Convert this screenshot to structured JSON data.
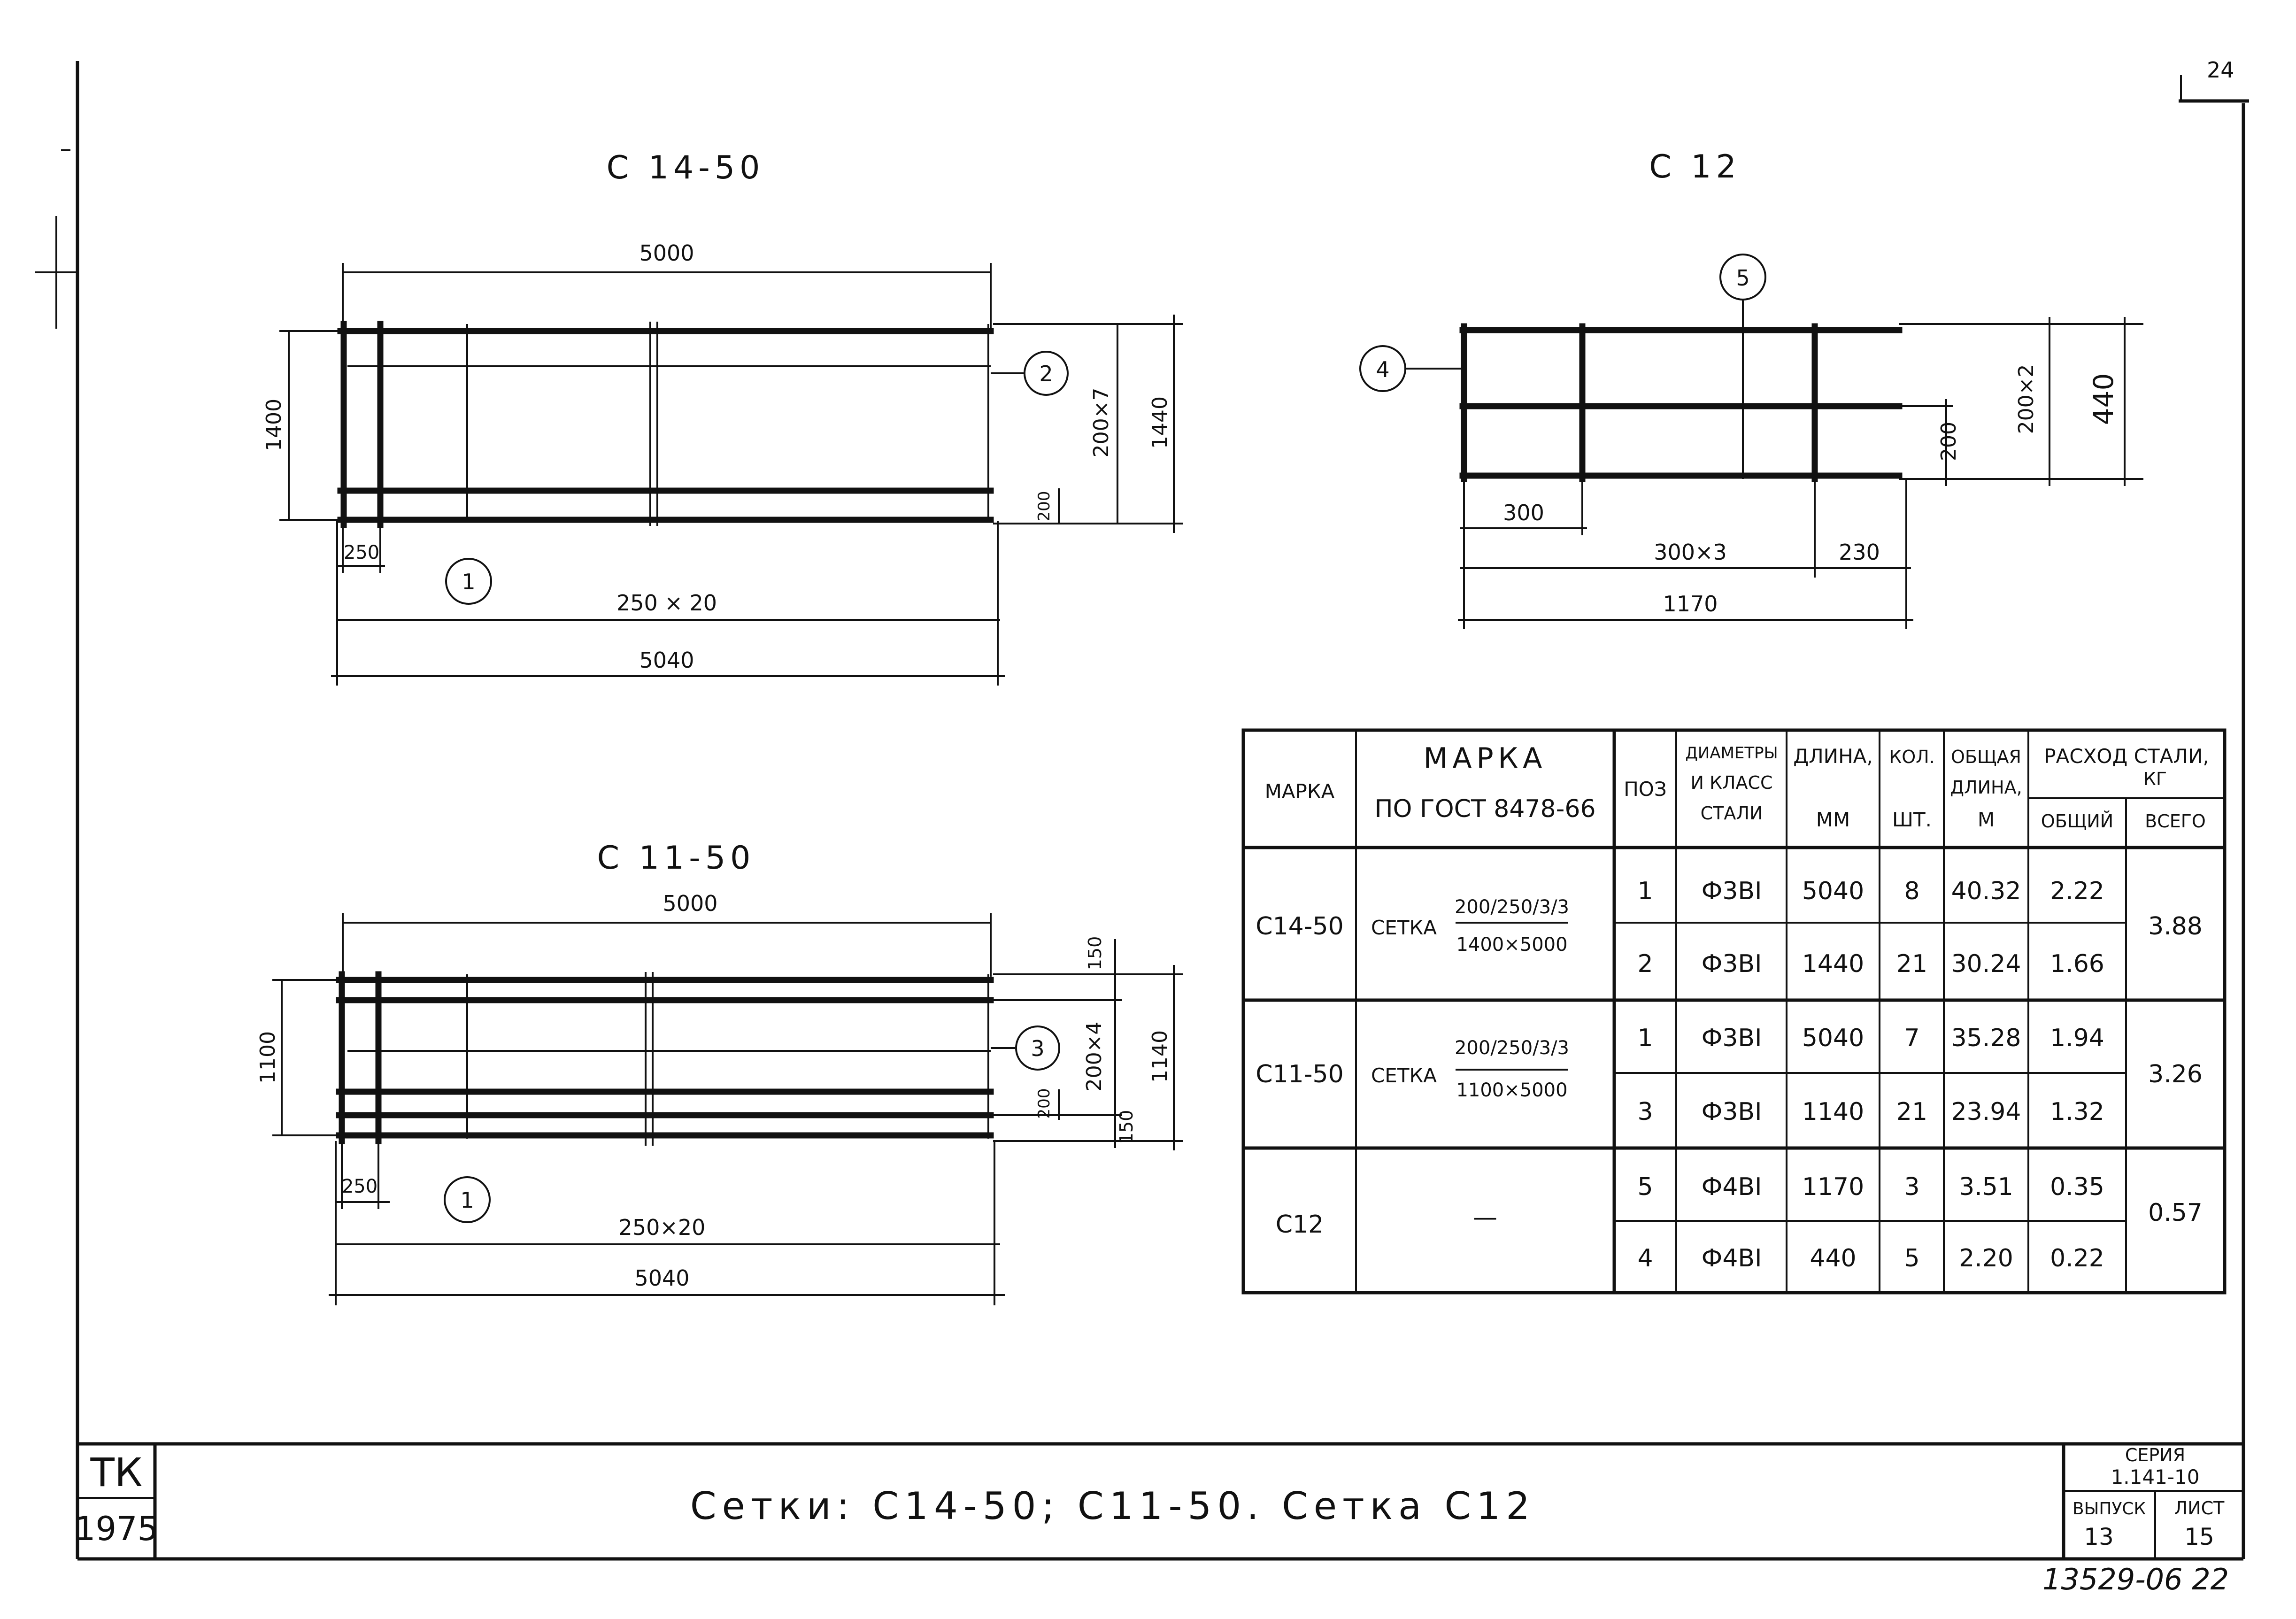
{
  "corner_mark": "24",
  "drawings": {
    "c14": {
      "title": "С 14-50",
      "dims": {
        "top": "5000",
        "left": "1400",
        "right_pitch": "200×7",
        "right_total": "1440",
        "right_small": "200",
        "bottom_first": "250",
        "bottom_pitch": "250 × 20",
        "bottom_total": "5040"
      },
      "callouts": {
        "pos1": "1",
        "pos2": "2"
      }
    },
    "c11": {
      "title": "С 11-50",
      "dims": {
        "top": "5000",
        "left": "1100",
        "right_top": "150",
        "right_pitch": "200×4",
        "right_small": "200",
        "right_bottom": "150",
        "right_total": "1140",
        "bottom_first": "250",
        "bottom_pitch": "250×20",
        "bottom_total": "5040"
      },
      "callouts": {
        "pos1": "1",
        "pos3": "3"
      }
    },
    "c12": {
      "title": "С 12",
      "dims": {
        "first": "300",
        "pitch": "300×3",
        "last": "230",
        "total": "1170",
        "right_small": "200",
        "right_pitch": "200×2",
        "right_total": "440"
      },
      "callouts": {
        "pos4": "4",
        "pos5": "5"
      }
    }
  },
  "table": {
    "headers": {
      "marka": "МАРКА",
      "gost_1": "МАРКА",
      "gost_2": "ПО ГОСТ 8478-66",
      "poz": "ПОЗ",
      "diam_1": "ДИАМЕТРЫ",
      "diam_2": "И КЛАСС",
      "diam_3": "СТАЛИ",
      "len_1": "ДЛИНА,",
      "len_2": "ММ",
      "kol_1": "КОЛ.",
      "kol_2": "ШТ.",
      "total_1": "ОБЩАЯ",
      "total_2": "ДЛИНА,",
      "total_3": "М",
      "steel_1": "РАСХОД СТАЛИ,",
      "steel_2": "КГ",
      "steel_general": "ОБЩИЙ",
      "steel_all": "ВСЕГО"
    },
    "groups": [
      {
        "marka": "С14-50",
        "gost_prefix": "СЕТКА",
        "gost_num": "200/250/3/3",
        "gost_den": "1400×5000",
        "vsego": "3.88",
        "rows": [
          {
            "poz": "1",
            "diam": "Ф3ВI",
            "len": "5040",
            "kol": "8",
            "total": "40.32",
            "general": "2.22"
          },
          {
            "poz": "2",
            "diam": "Ф3ВI",
            "len": "1440",
            "kol": "21",
            "total": "30.24",
            "general": "1.66"
          }
        ]
      },
      {
        "marka": "С11-50",
        "gost_prefix": "СЕТКА",
        "gost_num": "200/250/3/3",
        "gost_den": "1100×5000",
        "vsego": "3.26",
        "rows": [
          {
            "poz": "1",
            "diam": "Ф3ВI",
            "len": "5040",
            "kol": "7",
            "total": "35.28",
            "general": "1.94"
          },
          {
            "poz": "3",
            "diam": "Ф3ВI",
            "len": "1140",
            "kol": "21",
            "total": "23.94",
            "general": "1.32"
          }
        ]
      },
      {
        "marka": "С12",
        "gost_dash": "—",
        "vsego": "0.57",
        "rows": [
          {
            "poz": "5",
            "diam": "Ф4ВI",
            "len": "1170",
            "kol": "3",
            "total": "3.51",
            "general": "0.35"
          },
          {
            "poz": "4",
            "diam": "Ф4ВI",
            "len": "440",
            "kol": "5",
            "total": "2.20",
            "general": "0.22"
          }
        ]
      }
    ]
  },
  "title_block": {
    "org": "ТК",
    "year": "1975",
    "title": "Сетки: С14-50; С11-50.  Сетка С12",
    "series_label": "СЕРИЯ",
    "series_value": "1.141-10",
    "issue_label": "ВЫПУСК",
    "issue_value": "13",
    "sheet_label": "ЛИСТ",
    "sheet_value": "15"
  },
  "inventory_number": "13529-06  22"
}
